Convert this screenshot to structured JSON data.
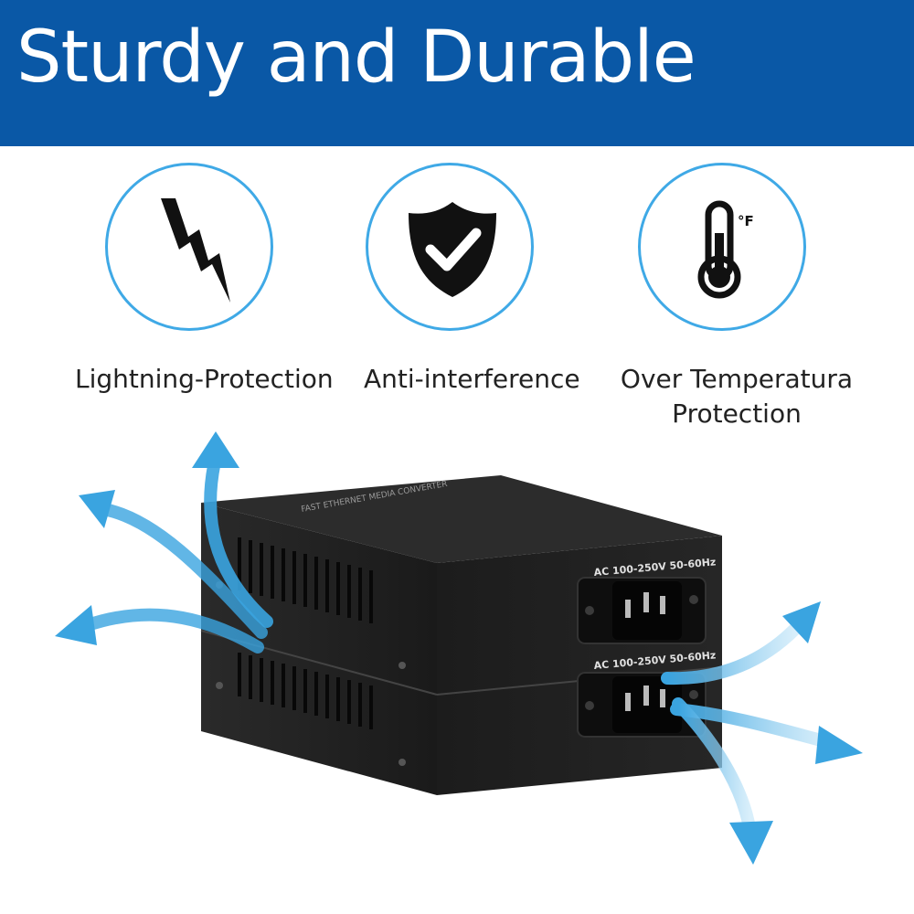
{
  "banner": {
    "title": "Sturdy and Durable"
  },
  "features": [
    {
      "icon": "lightning-icon",
      "label": "Lightning-Protection"
    },
    {
      "icon": "shield-check-icon",
      "label": "Anti-interference"
    },
    {
      "icon": "thermometer-icon",
      "label": "Over Temperatura",
      "label_line2": "Protection",
      "unit": "°F"
    }
  ],
  "product": {
    "power_label_top": "AC 100-250V 50-60Hz",
    "power_label_bottom": "AC 100-250V 50-60Hz",
    "top_text": "FAST ETHERNET MEDIA CONVERTER"
  },
  "colors": {
    "banner": "#0a58a6",
    "accent": "#3fa9e6",
    "device": "#1f1f1f"
  }
}
